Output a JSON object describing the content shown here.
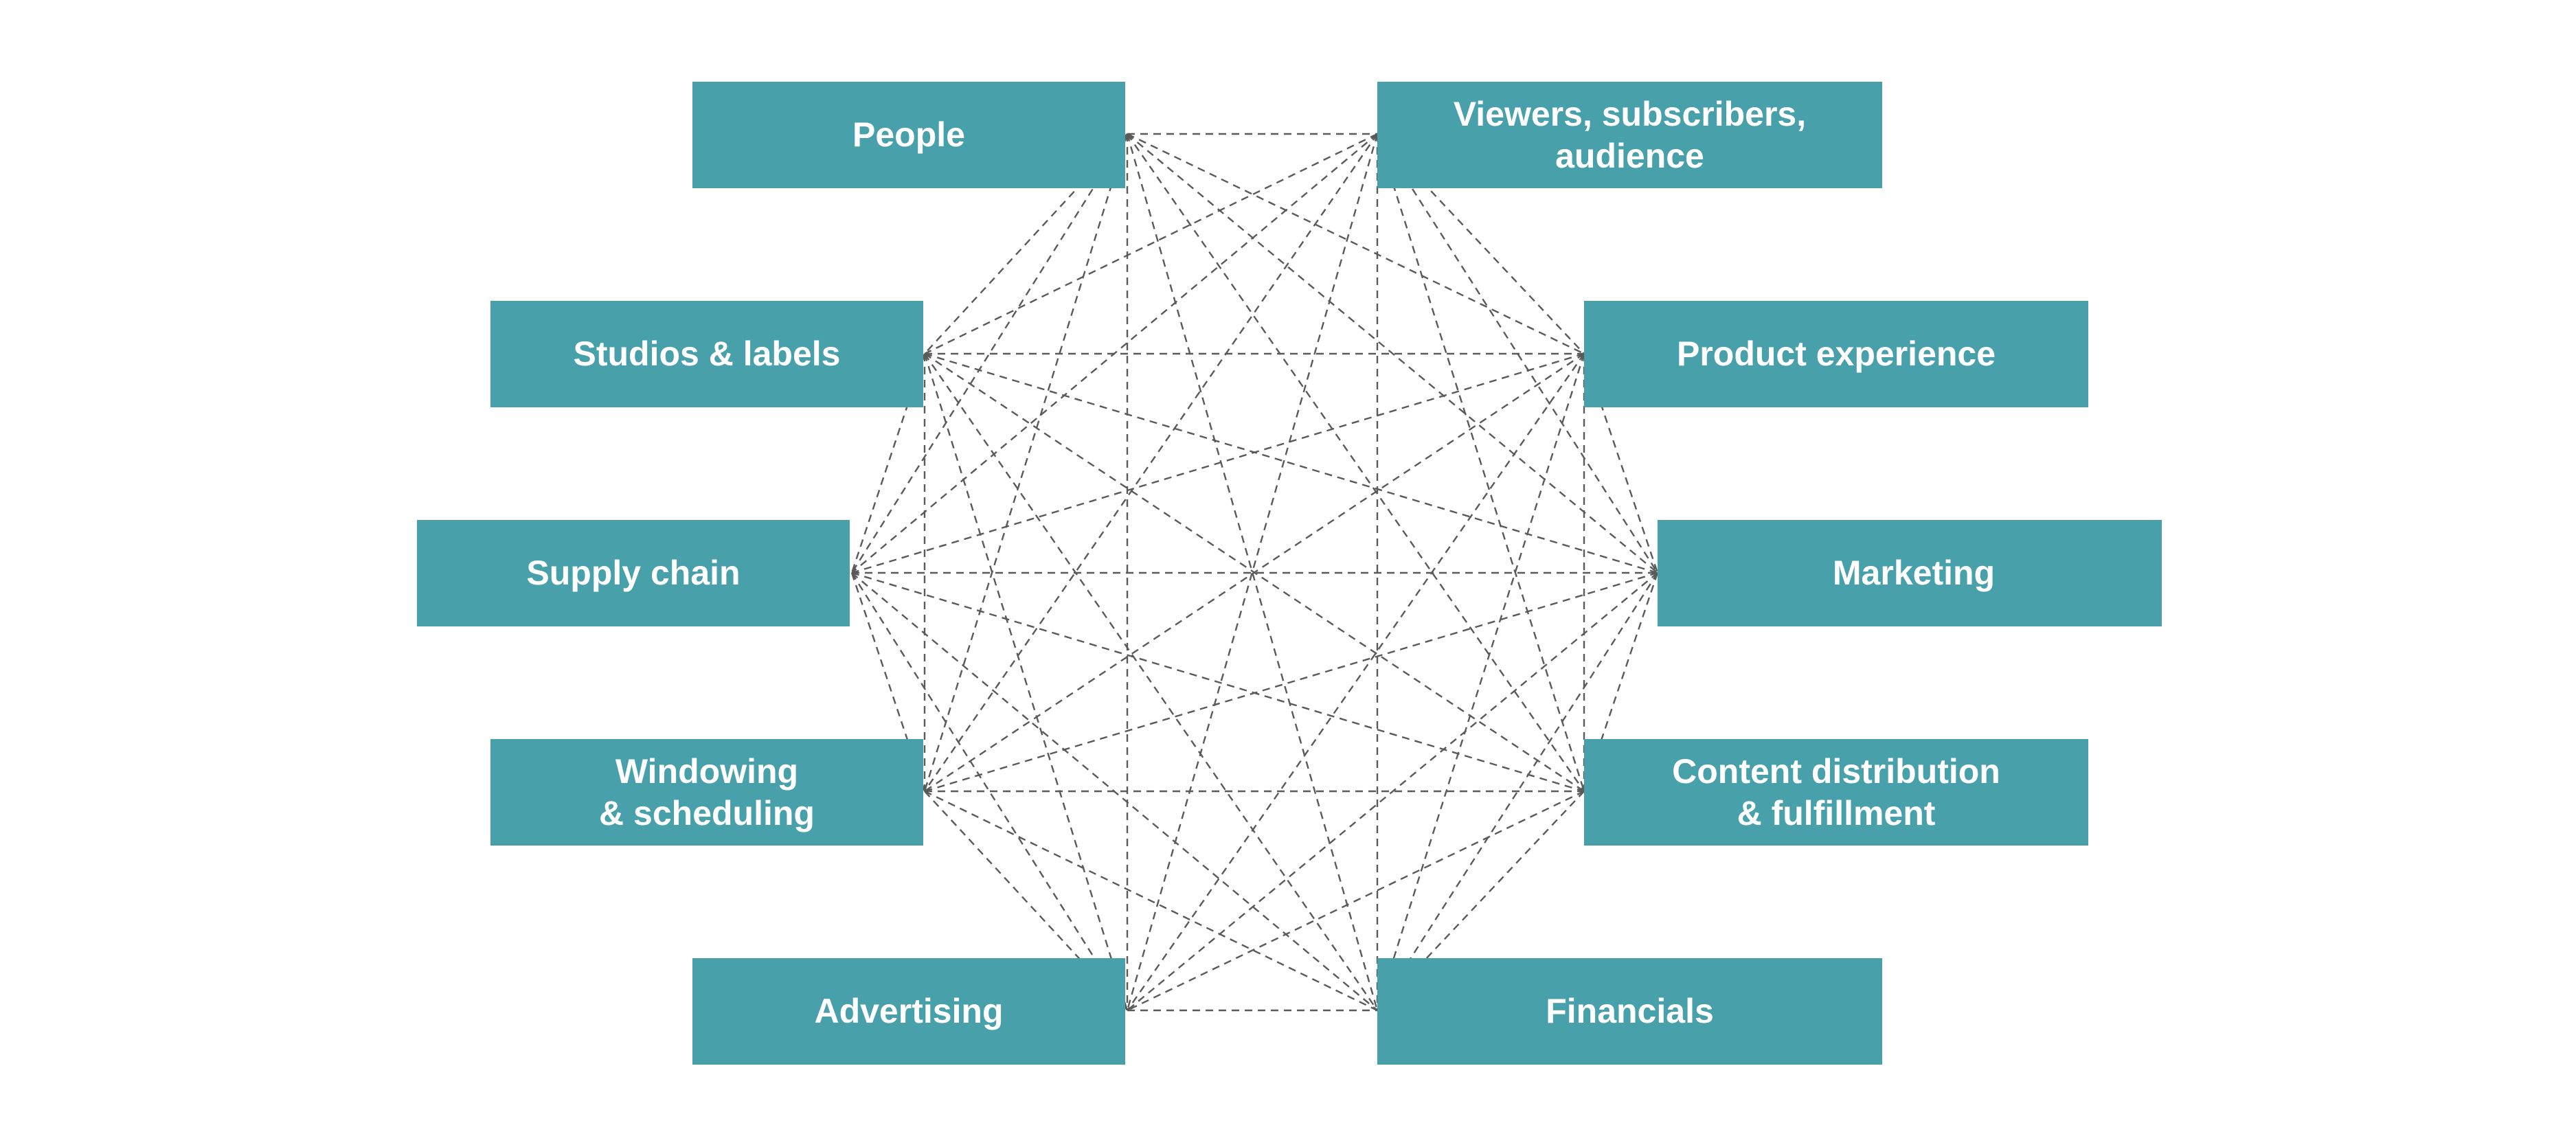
{
  "diagram": {
    "type": "complete-graph",
    "edge_style": "dashed",
    "colors": {
      "node_fill": "#48a0aa",
      "node_text": "#ffffff",
      "edge": "#5a5a5a",
      "background": "#ffffff"
    },
    "nodes": [
      {
        "id": "people",
        "label": "People"
      },
      {
        "id": "viewers",
        "label": "Viewers, subscribers,\naudience"
      },
      {
        "id": "studios",
        "label": "Studios & labels"
      },
      {
        "id": "product",
        "label": "Product experience"
      },
      {
        "id": "supply",
        "label": "Supply chain"
      },
      {
        "id": "marketing",
        "label": "Marketing"
      },
      {
        "id": "windowing",
        "label": "Windowing\n& scheduling"
      },
      {
        "id": "content",
        "label": "Content distribution\n& fulfillment"
      },
      {
        "id": "advertising",
        "label": "Advertising"
      },
      {
        "id": "financials",
        "label": "Financials"
      }
    ]
  }
}
